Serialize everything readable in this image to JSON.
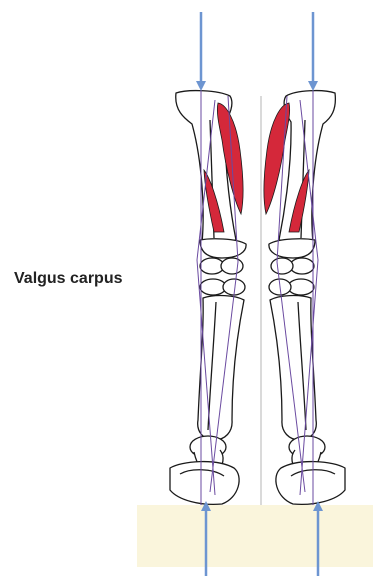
{
  "title": "Valgus carpus",
  "colors": {
    "arrow": "#6d95d1",
    "muscle": "#d4283a",
    "axis_line": "#6a4aa0",
    "ground": "#faf5dc",
    "bone_outline": "#1a1a1a",
    "background": "#ffffff"
  },
  "elements": {
    "left_limb": "left-forelimb-skeleton",
    "right_limb": "right-forelimb-skeleton",
    "muscles": "red-muscle-bands",
    "top_arrows": "downward-load-arrows",
    "bottom_arrows": "upward-ground-reaction-arrows",
    "ground": "ground-plate",
    "midline": "body-midline"
  }
}
